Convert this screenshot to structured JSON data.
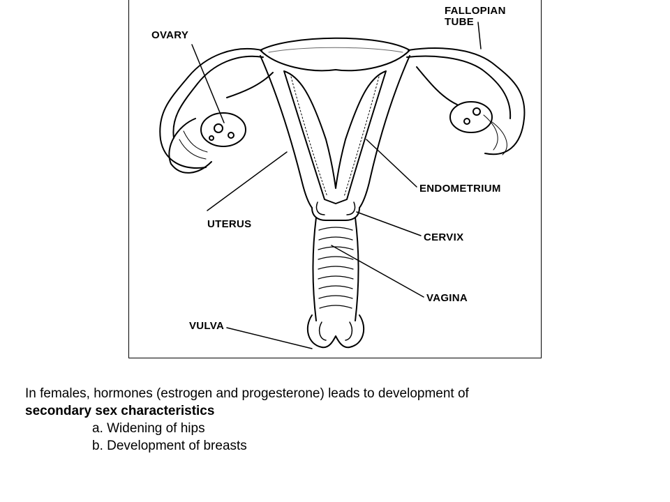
{
  "diagram": {
    "labels": {
      "fallopian_tube_line1": "FALLOPIAN",
      "fallopian_tube_line2": "TUBE",
      "ovary": "OVARY",
      "endometrium": "ENDOMETRIUM",
      "uterus": "UTERUS",
      "cervix": "CERVIX",
      "vagina": "VAGINA",
      "vulva": "VULVA"
    }
  },
  "caption": {
    "intro": "In females, hormones (estrogen and progesterone) leads to development of",
    "emphasis": "secondary sex characteristics",
    "items": [
      "a. Widening of hips",
      "b. Development of breasts"
    ]
  }
}
